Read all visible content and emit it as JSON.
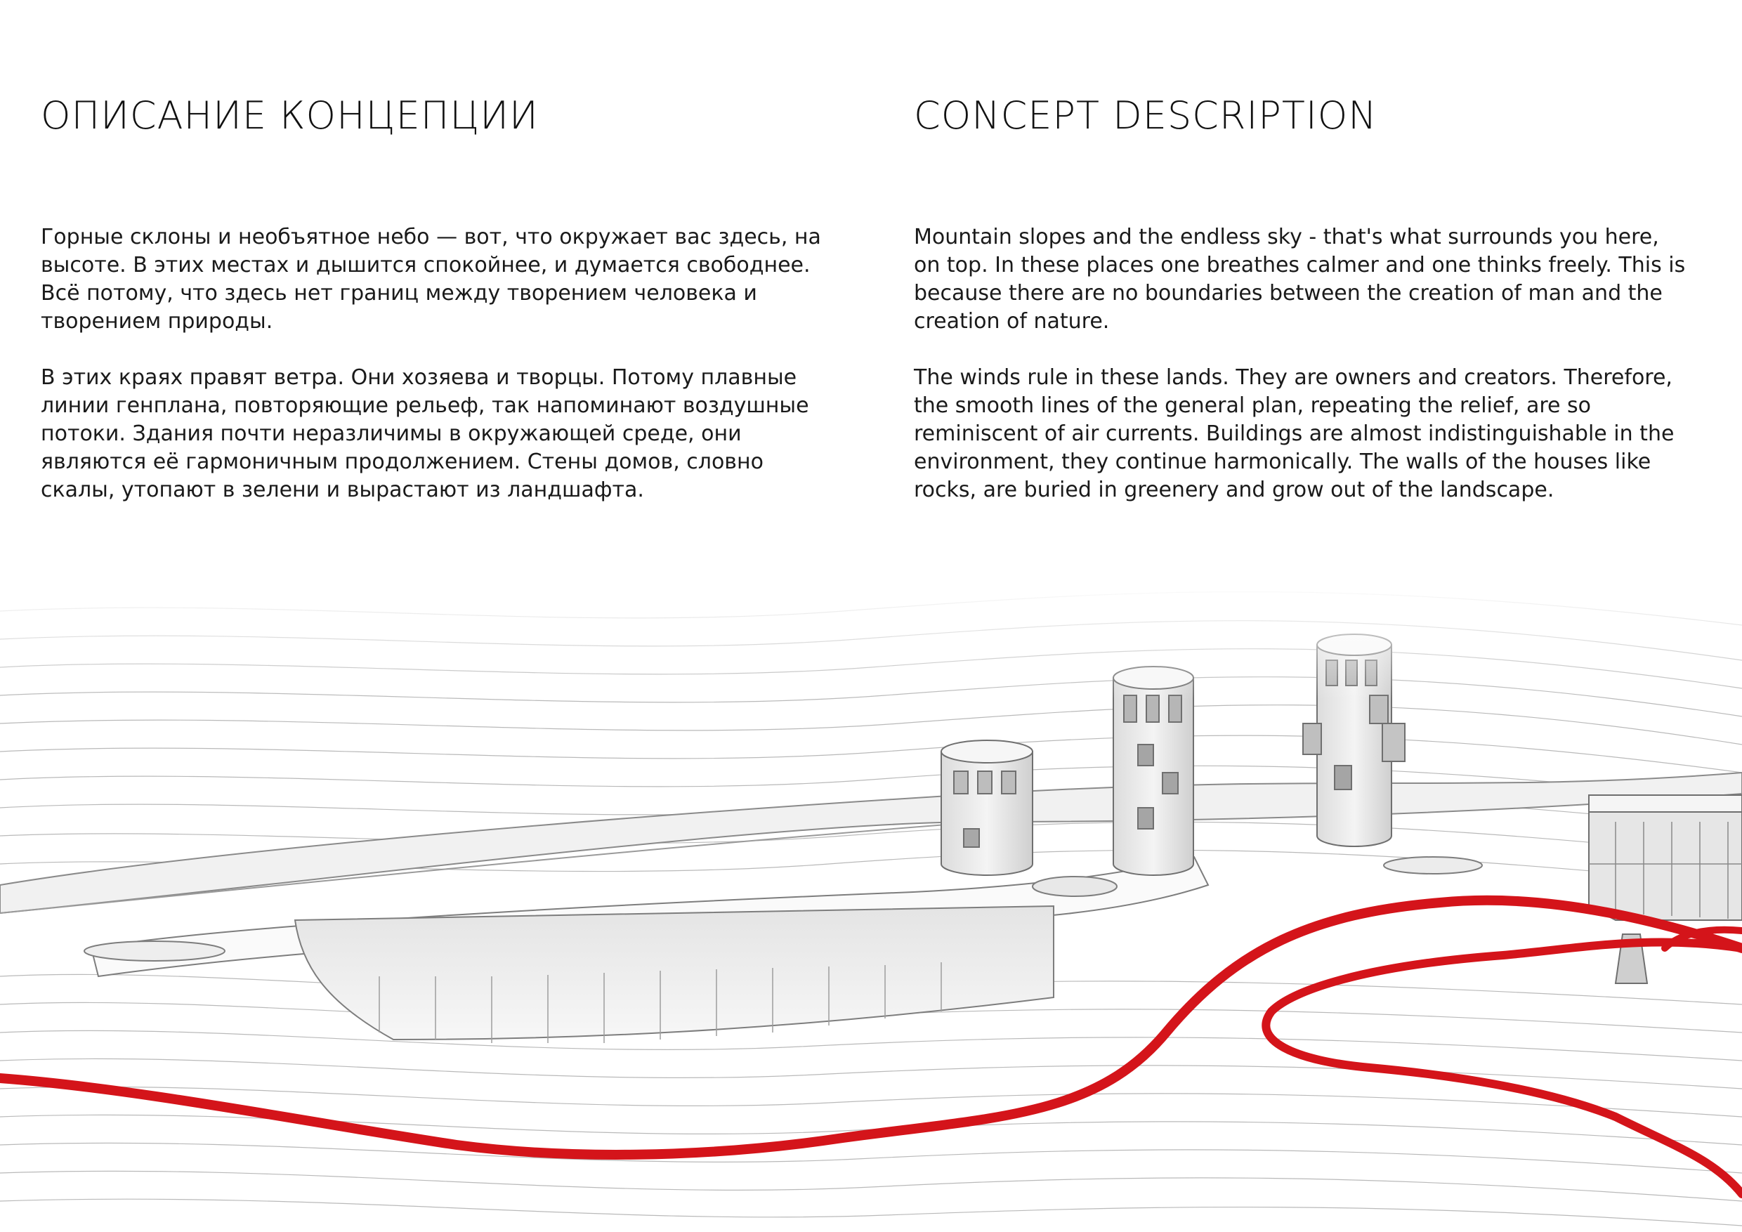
{
  "ru": {
    "title": "ОПИСАНИЕ КОНЦЕПЦИИ",
    "paragraph1": [
      "Горные склоны и необъятное небо — вот, что окружает вас здесь, на",
      "высоте. В этих местах и дышится спокойнее, и думается свободнее.",
      "Всё потому, что здесь нет границ между творением человека и",
      "творением природы."
    ],
    "paragraph2": [
      "В этих краях правят ветра. Они хозяева и творцы. Потому плавные",
      "линии генплана, повторяющие рельеф, так напоминают воздушные",
      "потоки. Здания почти неразличимы в окружающей среде, они",
      "являются её гармоничным продолжением. Стены домов, словно",
      "скалы, утопают в зелени и вырастают из ландшафта."
    ]
  },
  "en": {
    "title": "CONCEPT DESCRIPTION",
    "paragraph1": [
      "Mountain slopes and the endless sky - that's what surrounds you here,",
      "on top. In these places one breathes calmer and one thinks freely. This is",
      "because there are no boundaries between the creation of man and the",
      "creation of nature."
    ],
    "paragraph2": [
      "The winds rule in these lands. They are owners and creators. Therefore,",
      "the smooth lines of the general plan, repeating the relief, are so",
      "reminiscent of air currents. Buildings are almost indistinguishable in the",
      "environment, they continue harmonically. The walls of the houses like",
      "rocks, are buried in greenery and grow out of the landscape."
    ]
  },
  "illustration": {
    "accent_color": "#d4141a",
    "line_color": "#b9b9b9"
  }
}
